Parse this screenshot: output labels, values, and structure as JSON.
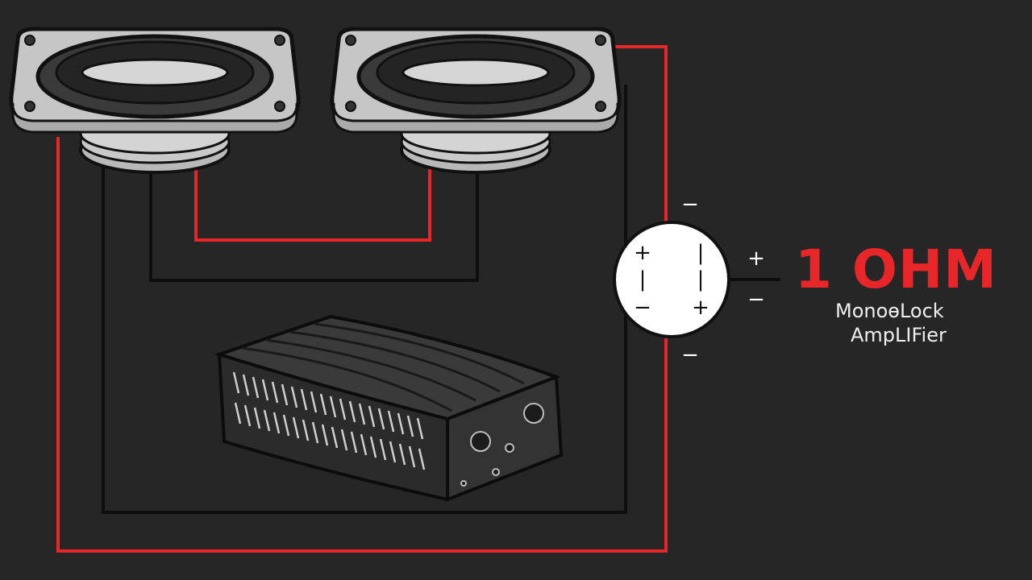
{
  "colors": {
    "background": "#262626",
    "positive_wire": "#e8262a",
    "negative_wire": "#111111",
    "speaker_body": "#c9c9c9",
    "amplifier_body": "#2e2e2e",
    "title_accent": "#e8262a"
  },
  "labels": {
    "impedance": "1 OHM",
    "amp_line1": "MonoѳLock",
    "amp_line2": "AmpLIFier"
  },
  "symbols": {
    "plus": "+",
    "minus": "−",
    "bar": "|"
  },
  "icons": {
    "speaker": "speaker-icon",
    "amplifier": "amplifier-icon",
    "terminal": "terminal-icon"
  }
}
